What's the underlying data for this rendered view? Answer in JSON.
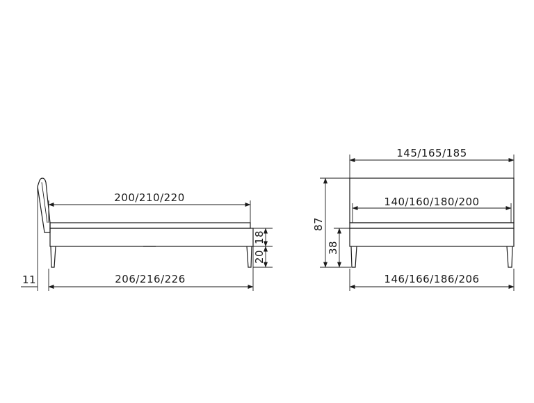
{
  "side_view": {
    "length_top": "200/210/220",
    "length_bottom": "206/216/226",
    "height_18": "18",
    "height_20": "20",
    "leg_11": "11"
  },
  "front_view": {
    "width_top": "145/165/185",
    "width_inner": "140/160/180/200",
    "width_bottom": "146/166/186/206",
    "height_87": "87",
    "height_38": "38"
  },
  "colors": {
    "line": "#1a1a1a",
    "background": "#ffffff"
  }
}
